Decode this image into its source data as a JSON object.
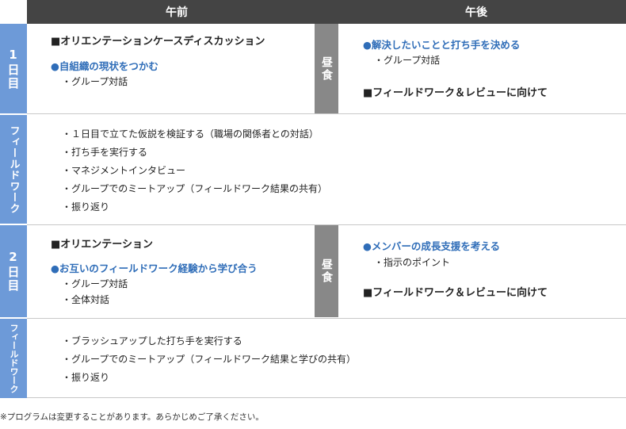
{
  "header": {
    "am": "午前",
    "pm": "午後"
  },
  "rows": {
    "day1": {
      "side": "1日目",
      "am_title": "■オリエンテーションケースディスカッション",
      "am_topic": "●自組織の現状をつかむ",
      "am_bullet": "・グループ対話",
      "lunch": "昼食",
      "pm_topic": "●解決したいことと打ち手を決める",
      "pm_bullet": "・グループ対話",
      "pm_title": "■フィールドワーク＆レビューに向けて"
    },
    "fieldwork1": {
      "side": "フィールドワーク",
      "items": [
        "・１日目で立てた仮説を検証する（職場の関係者との対話）",
        "・打ち手を実行する",
        "・マネジメントインタビュー",
        "・グループでのミートアップ（フィールドワーク結果の共有）",
        "・振り返り"
      ]
    },
    "day2": {
      "side": "2日目",
      "am_title": "■オリエンテーション",
      "am_topic": "●お互いのフィールドワーク経験から学び合う",
      "am_bullet1": "・グループ対話",
      "am_bullet2": "・全体対話",
      "lunch": "昼食",
      "pm_topic": "●メンバーの成長支援を考える",
      "pm_bullet": "・指示のポイント",
      "pm_title": "■フィールドワーク＆レビューに向けて"
    },
    "fieldwork2": {
      "side": "フィールドワーク",
      "items": [
        "・ブラッシュアップした打ち手を実行する",
        "・グループでのミートアップ（フィールドワーク結果と学びの共有）",
        "・振り返り"
      ]
    }
  },
  "footnote": "※プログラムは変更することがあります。あらかじめご了承ください。",
  "colors": {
    "header": "#444444",
    "side": "#6d9ad8",
    "lunch": "#888888",
    "topic": "#2f6db8"
  }
}
